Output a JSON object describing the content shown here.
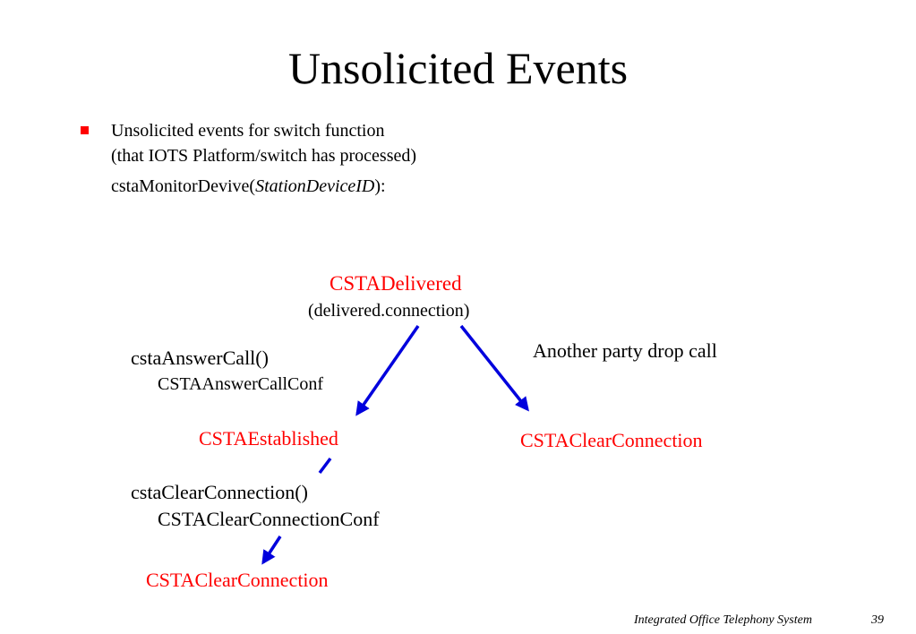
{
  "title": "Unsolicited Events",
  "bullet": {
    "line1": "Unsolicited events for switch function",
    "line2": "(that IOTS Platform/switch has processed)",
    "monitor_fn": "cstaMonitorDevive(",
    "monitor_arg": "StationDeviceID",
    "monitor_close": "):"
  },
  "diagram": {
    "delivered_event": "CSTADelivered",
    "delivered_detail": "(delivered.connection)",
    "answer_call": "cstaAnswerCall()",
    "answer_call_conf": "CSTAAnswerCallConf",
    "established_event": "CSTAEstablished",
    "other_party_note": "Another party drop call",
    "clear_connection_right": "CSTAClearConnection",
    "clear_connection_call": "cstaClearConnection()",
    "clear_connection_conf": "CSTAClearConnectionConf",
    "clear_connection_bottom": "CSTAClearConnection"
  },
  "footer": {
    "system_name": "Integrated Office Telephony System",
    "page_number": "39"
  },
  "colors": {
    "event_text": "#ff0000",
    "arrow": "#0000dd",
    "bullet": "#ff0000"
  }
}
